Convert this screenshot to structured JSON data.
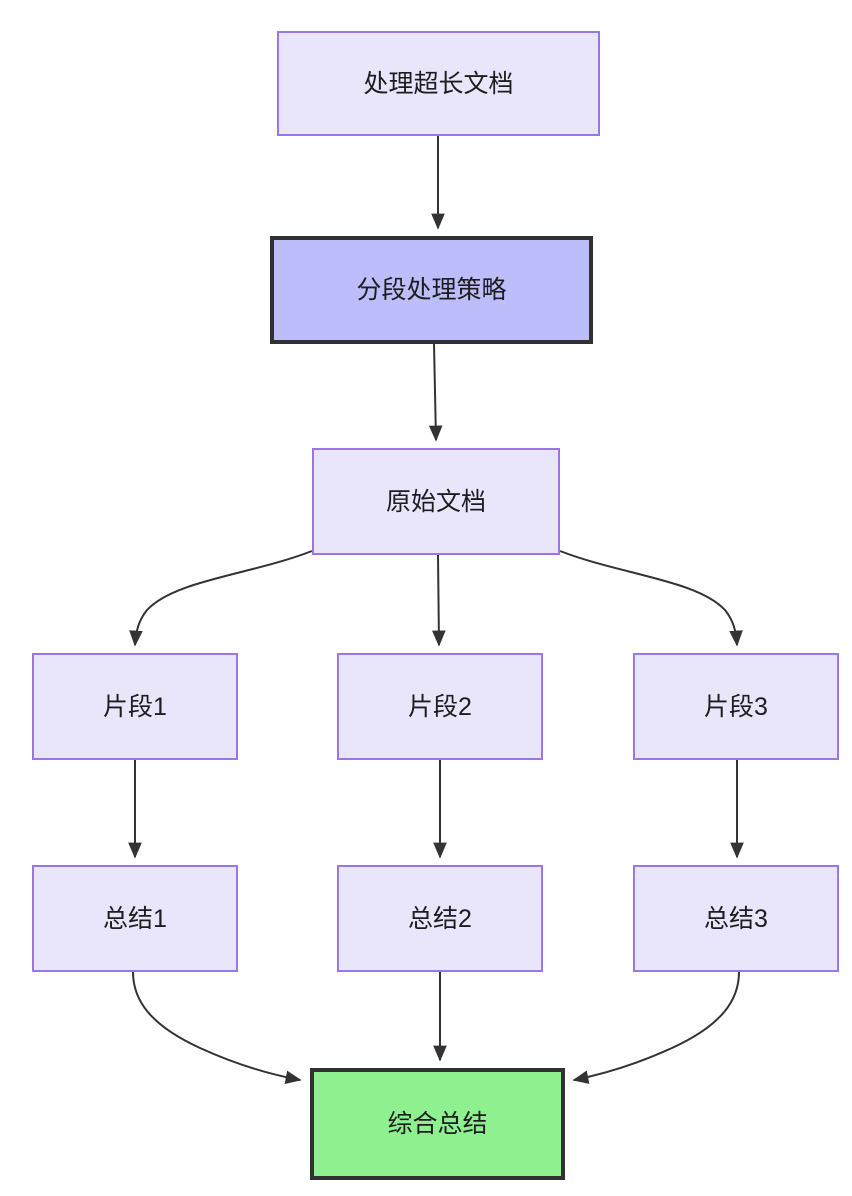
{
  "diagram": {
    "type": "flowchart",
    "direction": "top-down",
    "background": "#ffffff",
    "theme": {
      "node_fill": "#e9e5fb",
      "node_border": "#9a76e8",
      "highlight_fill": "#bcbdfa",
      "highlight_border": "#2f3133",
      "final_fill": "#8ef08e",
      "final_border": "#2f3133",
      "edge_color": "#333333",
      "text_color": "#1d1d1f"
    },
    "nodes": [
      {
        "id": "start",
        "label": "处理超长文档",
        "style": "normal"
      },
      {
        "id": "strategy",
        "label": "分段处理策略",
        "style": "highlight"
      },
      {
        "id": "source",
        "label": "原始文档",
        "style": "normal"
      },
      {
        "id": "chunk1",
        "label": "片段1",
        "style": "normal"
      },
      {
        "id": "chunk2",
        "label": "片段2",
        "style": "normal"
      },
      {
        "id": "chunk3",
        "label": "片段3",
        "style": "normal"
      },
      {
        "id": "summary1",
        "label": "总结1",
        "style": "normal"
      },
      {
        "id": "summary2",
        "label": "总结2",
        "style": "normal"
      },
      {
        "id": "summary3",
        "label": "总结3",
        "style": "normal"
      },
      {
        "id": "final",
        "label": "综合总结",
        "style": "final"
      }
    ],
    "edges": [
      {
        "from": "start",
        "to": "strategy",
        "label": "",
        "shape": "straight"
      },
      {
        "from": "strategy",
        "to": "source",
        "label": "",
        "shape": "straight"
      },
      {
        "from": "source",
        "to": "chunk1",
        "label": "",
        "shape": "curved"
      },
      {
        "from": "source",
        "to": "chunk2",
        "label": "",
        "shape": "straight"
      },
      {
        "from": "source",
        "to": "chunk3",
        "label": "",
        "shape": "curved"
      },
      {
        "from": "chunk1",
        "to": "summary1",
        "label": "",
        "shape": "straight"
      },
      {
        "from": "chunk2",
        "to": "summary2",
        "label": "",
        "shape": "straight"
      },
      {
        "from": "chunk3",
        "to": "summary3",
        "label": "",
        "shape": "straight"
      },
      {
        "from": "summary1",
        "to": "final",
        "label": "",
        "shape": "curved"
      },
      {
        "from": "summary2",
        "to": "final",
        "label": "",
        "shape": "straight"
      },
      {
        "from": "summary3",
        "to": "final",
        "label": "",
        "shape": "curved"
      }
    ]
  }
}
